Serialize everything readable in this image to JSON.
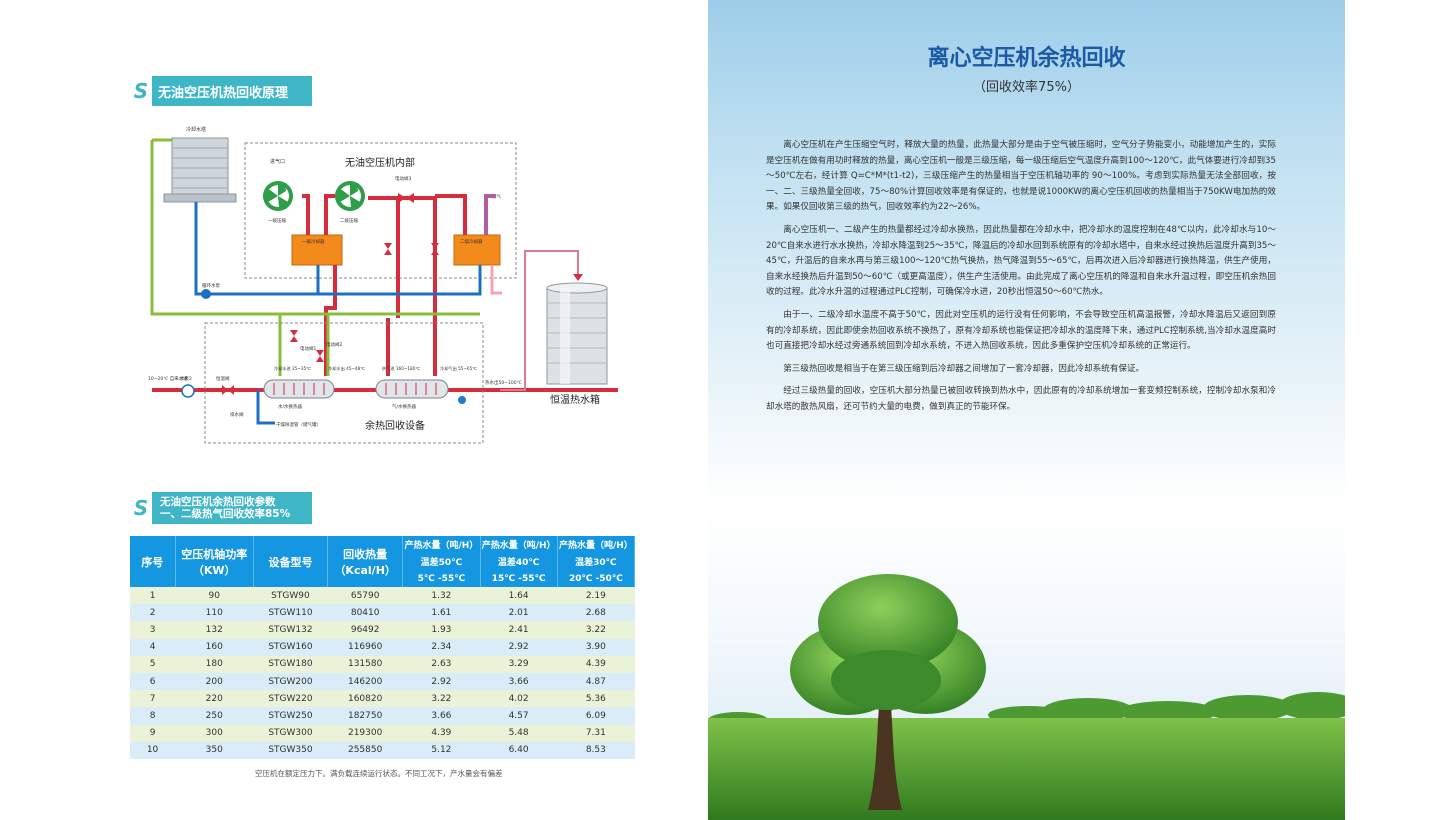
{
  "left": {
    "section1_title": "无油空压机热回收原理",
    "diagram": {
      "cooling_tower": "冷却水塔",
      "compressor_box_title": "无油空压机内部",
      "air_inlet": "进气口",
      "stage1_compressor": "一级压缩",
      "stage2_compressor": "二级压缩",
      "stage1_cooler": "一级冷却器",
      "stage2_cooler": "二级冷却器",
      "valve3": "电动阀3",
      "exhaust": "排气",
      "cooling_pump": "循环水泵",
      "valve1": "电动阀1",
      "valve2": "电动阀2",
      "feed_water": "10~20℃ 自来水进",
      "pump2": "水泵2",
      "constant_temp_valve": "恒温阀",
      "cooling_water_in": "冷却水进 25~35℃",
      "cooling_water_out": "冷却水出 45~48℃",
      "hot_air_in": "热气进 160~180℃",
      "cold_air_out": "冷却气出 55~65℃",
      "water_hx": "水/水换热器",
      "air_hx": "气/水换热器",
      "hot_water_out": "热水出50~100℃",
      "hot_tank": "恒温热水箱",
      "drain_valve": "排水阀",
      "bypass": "干燥除湿管（储气罐）",
      "recovery_box": "余热回收设备"
    },
    "section2_line1": "无油空压机余热回收参数",
    "section2_line2": "一、二级热气回收效率85%",
    "table": {
      "h_no": "序号",
      "h_power": "空压机轴功率（KW）",
      "h_model": "设备型号",
      "h_heat": "回收热量（Kcal/H）",
      "h_prod1": "产热水量（吨/H）",
      "h_prod2": "产热水量（吨/H）",
      "h_prod3": "产热水量（吨/H）",
      "h_diff1": "温差50℃",
      "h_diff2": "温差40℃",
      "h_diff3": "温差30℃",
      "h_range1": "5℃ -55℃",
      "h_range2": "15℃ -55℃",
      "h_range3": "20℃ -50℃",
      "rows": [
        [
          "1",
          "90",
          "STGW90",
          "65790",
          "1.32",
          "1.64",
          "2.19"
        ],
        [
          "2",
          "110",
          "STGW110",
          "80410",
          "1.61",
          "2.01",
          "2.68"
        ],
        [
          "3",
          "132",
          "STGW132",
          "96492",
          "1.93",
          "2.41",
          "3.22"
        ],
        [
          "4",
          "160",
          "STGW160",
          "116960",
          "2.34",
          "2.92",
          "3.90"
        ],
        [
          "5",
          "180",
          "STGW180",
          "131580",
          "2.63",
          "3.29",
          "4.39"
        ],
        [
          "6",
          "200",
          "STGW200",
          "146200",
          "2.92",
          "3.66",
          "4.87"
        ],
        [
          "7",
          "220",
          "STGW220",
          "160820",
          "3.22",
          "4.02",
          "5.36"
        ],
        [
          "8",
          "250",
          "STGW250",
          "182750",
          "3.66",
          "4.57",
          "6.09"
        ],
        [
          "9",
          "300",
          "STGW300",
          "219300",
          "4.39",
          "5.48",
          "7.31"
        ],
        [
          "10",
          "350",
          "STGW350",
          "255850",
          "5.12",
          "6.40",
          "8.53"
        ]
      ]
    },
    "note": "空压机在额定压力下。满负载连续运行状态。不同工况下，产水量会有偏差"
  },
  "right": {
    "title": "离心空压机余热回收",
    "subtitle": "（回收效率75%）",
    "paragraphs": [
      "离心空压机在产生压缩空气时，释放大量的热量，此热量大部分是由于空气被压缩时，空气分子势能变小，动能增加产生的，实际是空压机在做有用功时释放的热量，离心空压机一般是三级压缩，每一级压缩后空气温度升高到100～120℃，此气体要进行冷却到35～50℃左右，经计算 Q=C*M*(t1-t2)，三级压缩产生的热量相当于空压机轴功率的 90～100%。考虑到实际热量无法全部回收，按一、二、三级热量全回收，75～80%计算回收效率是有保证的，也就是说1000KW的离心空压机回收的热量相当于750KW电加热的效果。如果仅回收第三级的热气，回收效率约为22～26%。",
      "离心空压机一、二级产生的热量都经过冷却水换热，因此热量都在冷却水中，把冷却水的温度控制在48℃以内，此冷却水与10～20℃自来水进行水水换热，冷却水降温到25～35℃，降温后的冷却水回到系统原有的冷却水塔中，自来水经过换热后温度升高到35～45℃，升温后的自来水再与第三级100～120℃热气换热，热气降温到55～65℃，后再次进入后冷却器进行换热降温，供生产使用，自来水经换热后升温到50～60℃（或更高温度），供生产生活使用。由此完成了离心空压机的降温和自来水升温过程，即空压机余热回收的过程。此冷水升温的过程通过PLC控制，可确保冷水进，20秒出恒温50～60℃热水。",
      "由于一、二级冷却水温度不高于50℃，因此对空压机的运行没有任何影响，不会导致空压机高温报警，冷却水降温后又返回到原有的冷却系统，因此即使余热回收系统不换热了，原有冷却系统也能保证把冷却水的温度降下来，通过PLC控制系统,当冷却水温度高时也可直接把冷却水经过旁通系统回到冷却水系统，不进入热回收系统，因此多重保护空压机冷却系统的正常运行。",
      "第三级热回收是相当于在第三级压缩到后冷却器之间增加了一套冷却器，因此冷却系统有保证。",
      "经过三级热量的回收，空压机大部分热量已被回收转换到热水中，因此原有的冷却系统增加一套变频控制系统，控制冷却水泵和冷却水塔的散热风扇，还可节约大量的电费，做到真正的节能环保。"
    ]
  }
}
